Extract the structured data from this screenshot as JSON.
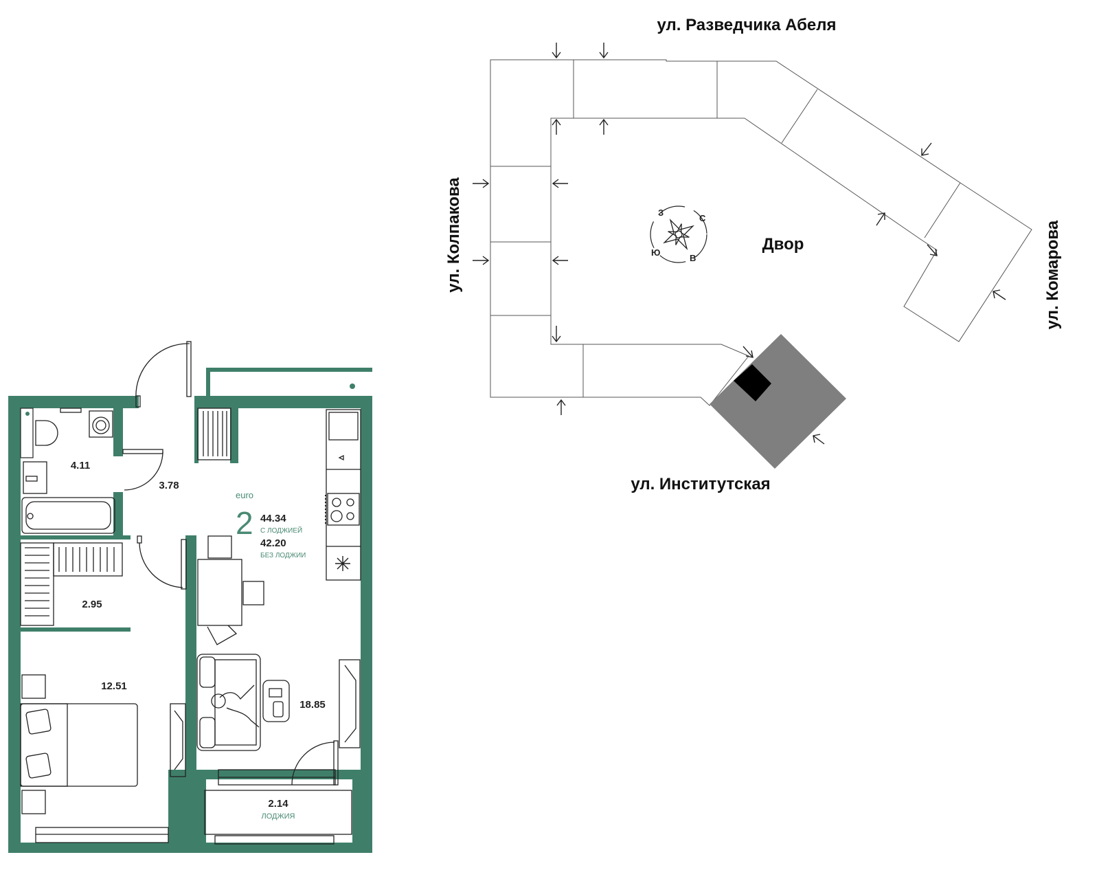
{
  "colors": {
    "wall": "#3f7f6a",
    "accent_text": "#4a8a73",
    "existing_building": "#7f7f7f",
    "tower": "#000000"
  },
  "apartment": {
    "class_label": "euro",
    "rooms_count": "2",
    "area_with_loggia": "44.34",
    "area_with_loggia_caption": "С ЛОДЖИЕЙ",
    "area_without_loggia": "42.20",
    "area_without_loggia_caption": "БЕЗ ЛОДЖИИ"
  },
  "rooms": {
    "bathroom": "4.11",
    "hall": "3.78",
    "wardrobe": "2.95",
    "bedroom": "12.51",
    "living_kitchen": "18.85",
    "loggia": "2.14",
    "loggia_caption": "ЛОДЖИЯ"
  },
  "site_plan": {
    "street_north": "ул. Разведчика Абеля",
    "street_west": "ул. Колпакова",
    "street_east": "ул. Комарова",
    "street_south": "ул. Институтская",
    "courtyard": "Двор",
    "compass": {
      "n": "С",
      "e": "В",
      "s": "Ю",
      "w": "З"
    }
  },
  "icons": [
    "compass-rose-icon",
    "entrance-arrow-icon",
    "snowflake-icon",
    "washing-machine-icon",
    "radiator-icon"
  ]
}
